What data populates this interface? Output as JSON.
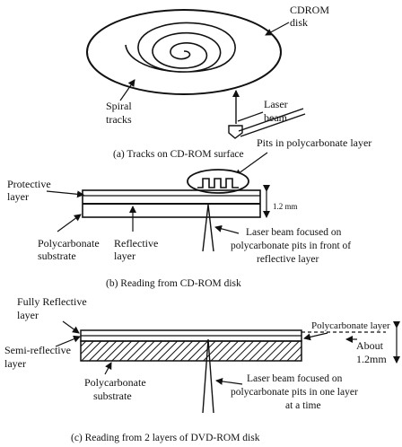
{
  "panel_a": {
    "disk_label_1": "CDROM",
    "disk_label_2": "disk",
    "laser_label_1": "Laser",
    "laser_label_2": "beam",
    "spiral_label_1": "Spiral",
    "spiral_label_2": "tracks",
    "caption": "(a) Tracks on CD-ROM surface",
    "pits_label": "Pits in polycarbonate layer"
  },
  "panel_b": {
    "protective_label_1": "Protective",
    "protective_label_2": "layer",
    "thickness_label": "1.2 mm",
    "polycarbonate_label_1": "Polycarbonate",
    "polycarbonate_label_2": "substrate",
    "reflective_label_1": "Reflective",
    "reflective_label_2": "layer",
    "laser_label_1": "Laser beam focused on",
    "laser_label_2": "polycarbonate pits in front of",
    "laser_label_3": "reflective layer",
    "caption": "(b) Reading from CD-ROM disk"
  },
  "panel_c": {
    "fully_reflective_label_1": "Fully Reflective",
    "fully_reflective_label_2": "layer",
    "polycarbonate_layer_label": "Polycarbonate layer",
    "about_label_1": "About",
    "about_label_2": "1.2mm",
    "semi_reflective_label_1": "Semi-reflective",
    "semi_reflective_label_2": "layer",
    "laser_label_1": "Laser beam focused on",
    "laser_label_2": "polycarbonate pits in one layer",
    "laser_label_3": "at a time",
    "substrate_label_1": "Polycarbonate",
    "substrate_label_2": "substrate",
    "caption": "(c) Reading from 2 layers of DVD-ROM disk"
  }
}
